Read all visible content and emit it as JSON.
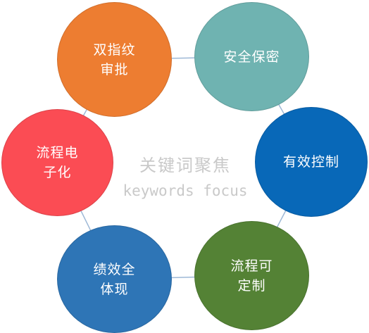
{
  "diagram": {
    "center": {
      "title": "关键词聚焦",
      "subtitle": "keywords focus"
    },
    "colors": {
      "link": "#9db8d6",
      "center_text": "#c9c9c9"
    },
    "nodes": [
      {
        "id": "dual-fingerprint",
        "label": "双指纹\n审批",
        "color": "#ed7d31"
      },
      {
        "id": "security",
        "label": "安全保密",
        "color": "#6fb3b1"
      },
      {
        "id": "effective-control",
        "label": "有效控制",
        "color": "#0868b8"
      },
      {
        "id": "customizable-process",
        "label": "流程可\n定制",
        "color": "#548235"
      },
      {
        "id": "performance",
        "label": "绩效全\n体现",
        "color": "#2e75b6"
      },
      {
        "id": "electronic-process",
        "label": "流程电\n子化",
        "color": "#fb4c54"
      }
    ]
  }
}
